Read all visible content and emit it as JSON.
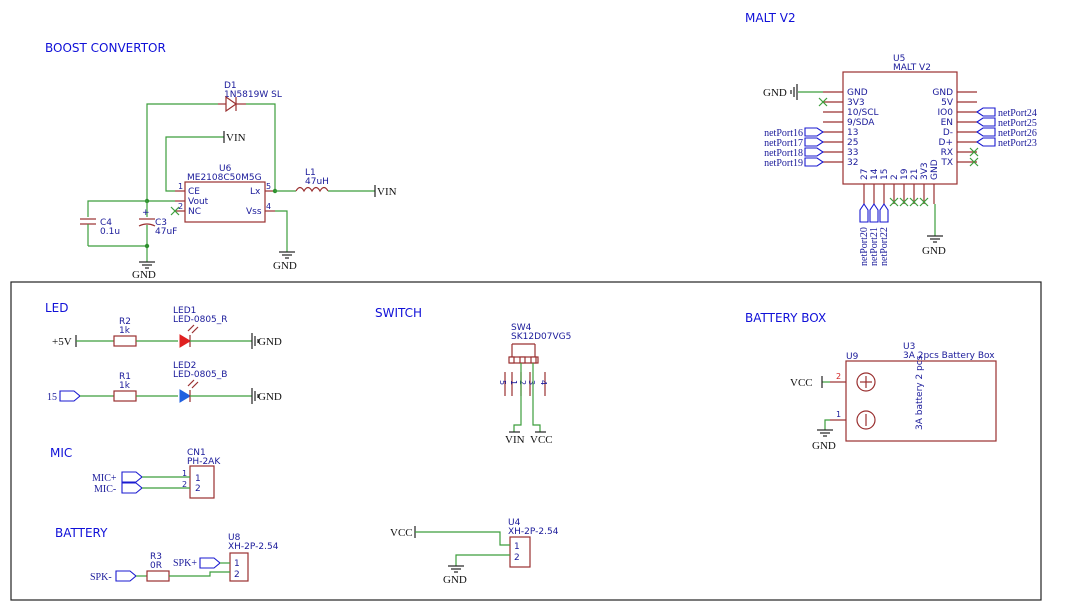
{
  "sections": {
    "boost": "BOOST CONVERTOR",
    "malt": "MALT V2",
    "led": "LED",
    "switch": "SWITCH",
    "battery_box": "BATTERY BOX",
    "mic": "MIC",
    "battery": "BATTERY"
  },
  "nets": {
    "gnd": "GND",
    "vin": "VIN",
    "vcc": "VCC",
    "p5v": "+5V",
    "n15": "15",
    "mic_p": "MIC+",
    "mic_n": "MIC-",
    "spk_p": "SPK+",
    "spk_n": "SPK-"
  },
  "boost": {
    "d1_ref": "D1",
    "d1_val": "1N5819W SL",
    "u6_ref": "U6",
    "u6_val": "ME2108C50M5G",
    "u6_pins": [
      "CE",
      "Vout",
      "NC",
      "Lx",
      "Vss"
    ],
    "u6_nums": [
      "1",
      "2",
      "5",
      "4"
    ],
    "l1_ref": "L1",
    "l1_val": "47uH",
    "c4_ref": "C4",
    "c4_val": "0.1u",
    "c3_ref": "C3",
    "c3_val": "47uF"
  },
  "malt": {
    "ref": "U5",
    "val": "MALT V2",
    "left_pins": [
      "GND",
      "3V3",
      "10/SCL",
      "9/SDA",
      "13",
      "25",
      "33",
      "32"
    ],
    "right_pins": [
      "GND",
      "5V",
      "IO0",
      "EN",
      "D-",
      "D+",
      "RX",
      "TX"
    ],
    "bottom_pins": [
      "27",
      "14",
      "15",
      "2",
      "19",
      "21",
      "3V3",
      "GND"
    ],
    "left_ports": [
      "netPort16",
      "netPort17",
      "netPort18",
      "netPort19"
    ],
    "right_ports": [
      "netPort24",
      "netPort25",
      "netPort26",
      "netPort23"
    ],
    "bottom_ports": [
      "netPort20",
      "netPort21",
      "netPort22"
    ]
  },
  "led": {
    "r2_ref": "R2",
    "r2_val": "1k",
    "led1_ref": "LED1",
    "led1_val": "LED-0805_R",
    "r1_ref": "R1",
    "r1_val": "1k",
    "led2_ref": "LED2",
    "led2_val": "LED-0805_B",
    "led1_color": "#e02020",
    "led2_color": "#2060e0"
  },
  "switch": {
    "ref": "SW4",
    "val": "SK12D07VG5",
    "pins": [
      "5",
      "1",
      "2",
      "3",
      "4"
    ]
  },
  "battery_box": {
    "u9": "U9",
    "ref": "U3",
    "val": "3A 2pcs Battery Box",
    "text": "3A battery 2 pcs",
    "pin2": "2",
    "pin1": "1"
  },
  "mic": {
    "ref": "CN1",
    "val": "PH-2AK",
    "pins": [
      "1",
      "2"
    ]
  },
  "battery": {
    "r3_ref": "R3",
    "r3_val": "0R",
    "u8_ref": "U8",
    "u8_val": "XH-2P-2.54",
    "pins": [
      "1",
      "2"
    ]
  },
  "power_conn": {
    "ref": "U4",
    "val": "XH-2P-2.54",
    "pins": [
      "1",
      "2"
    ]
  }
}
